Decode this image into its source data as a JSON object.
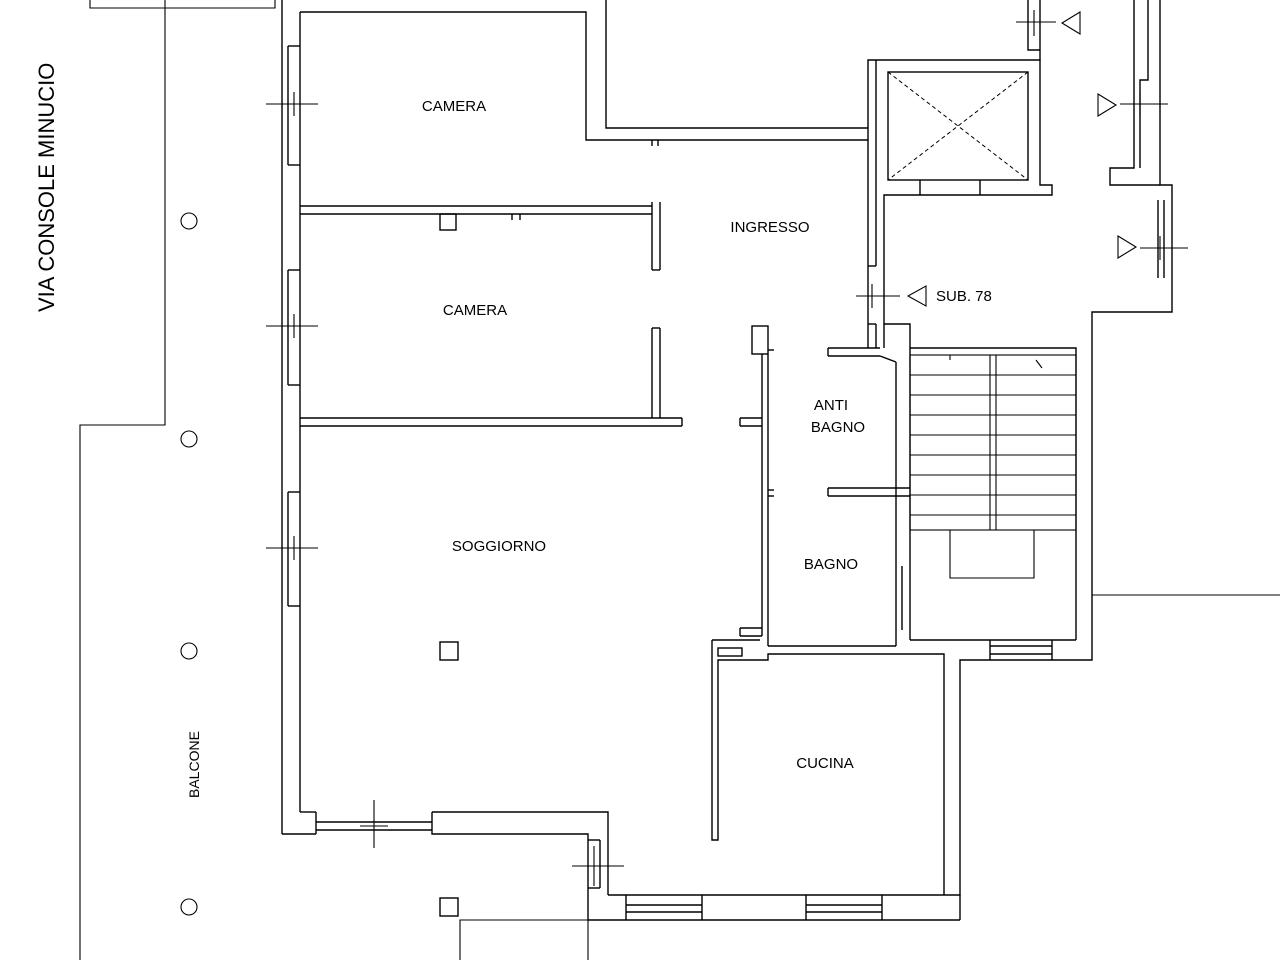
{
  "street_label": "VIA CONSOLE MINUCIO",
  "rooms": {
    "camera_1": "CAMERA",
    "camera_2": "CAMERA",
    "ingresso": "INGRESSO",
    "soggiorno": "SOGGIORNO",
    "anti_bagno_line1": "ANTI",
    "anti_bagno_line2": "BAGNO",
    "bagno": "BAGNO",
    "cucina": "CUCINA"
  },
  "unit_label": "SUB. 78",
  "balcony_label": "BALCONE"
}
